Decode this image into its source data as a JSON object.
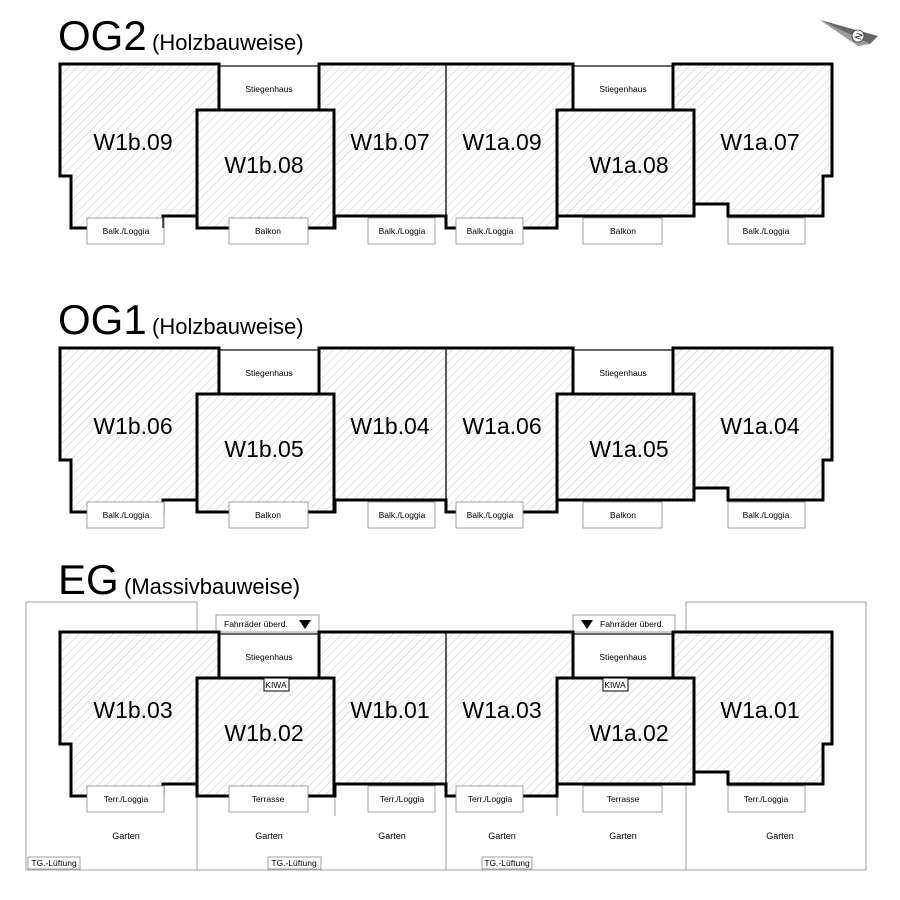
{
  "compass": {
    "icon": "north-arrow-icon",
    "letter": "N"
  },
  "floors": [
    {
      "id": "og2",
      "name": "OG2",
      "construction": "(Holzbauweise)",
      "units": [
        "W1b.09",
        "W1b.08",
        "W1b.07",
        "W1a.09",
        "W1a.08",
        "W1a.07"
      ],
      "stair_labels": [
        "Stiegenhaus",
        "Stiegenhaus"
      ],
      "outdoor_labels": [
        "Balk./Loggia",
        "Balkon",
        "Balk./Loggia",
        "Balk./Loggia",
        "Balkon",
        "Balk./Loggia"
      ]
    },
    {
      "id": "og1",
      "name": "OG1",
      "construction": "(Holzbauweise)",
      "units": [
        "W1b.06",
        "W1b.05",
        "W1b.04",
        "W1a.06",
        "W1a.05",
        "W1a.04"
      ],
      "stair_labels": [
        "Stiegenhaus",
        "Stiegenhaus"
      ],
      "outdoor_labels": [
        "Balk./Loggia",
        "Balkon",
        "Balk./Loggia",
        "Balk./Loggia",
        "Balkon",
        "Balk./Loggia"
      ]
    },
    {
      "id": "eg",
      "name": "EG",
      "construction": "(Massivbauweise)",
      "units": [
        "W1b.03",
        "W1b.02",
        "W1b.01",
        "W1a.03",
        "W1a.02",
        "W1a.01"
      ],
      "stair_labels": [
        "Stiegenhaus",
        "Stiegenhaus"
      ],
      "outdoor_labels": [
        "Terr./Loggia",
        "Terrasse",
        "Terr./Loggia",
        "Terr./Loggia",
        "Terrasse",
        "Terr./Loggia"
      ],
      "kiwa_labels": [
        "KIWA",
        "KIWA"
      ],
      "bike_labels": [
        "Fahrräder überd.",
        "Fahrräder überd."
      ],
      "garden_labels": [
        "Garten",
        "Garten",
        "Garten",
        "Garten",
        "Garten",
        "Garten"
      ],
      "ventilation_labels": [
        "TG.-Lüftung",
        "TG.-Lüftung",
        "TG.-Lüftung"
      ]
    }
  ]
}
